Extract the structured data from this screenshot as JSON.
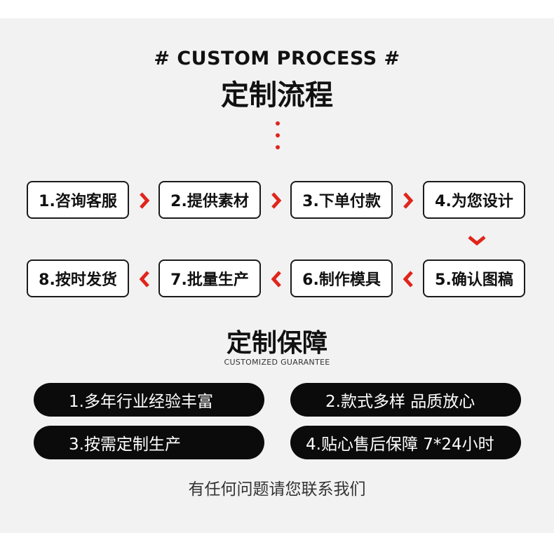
{
  "header": {
    "en_title": "# CUSTOM PROCESS #",
    "cn_title": "定制流程"
  },
  "steps": [
    "1.咨询客服",
    "2.提供素材",
    "3.下单付款",
    "4.为您设计",
    "5.确认图稿",
    "6.制作模具",
    "7.批量生产",
    "8.按时发货"
  ],
  "guarantee": {
    "title": "定制保障",
    "subtitle": "CUSTOMIZED GUARANTEE",
    "items": [
      "1.多年行业经验丰富",
      "2.款式多样 品质放心",
      "3.按需定制生产",
      "4.贴心售后保障 7*24小时"
    ]
  },
  "footer": "有任何问题请您联系我们",
  "colors": {
    "accent": "#e0251b",
    "dark": "#0b0b0b",
    "panel": "#f2f2f2"
  }
}
